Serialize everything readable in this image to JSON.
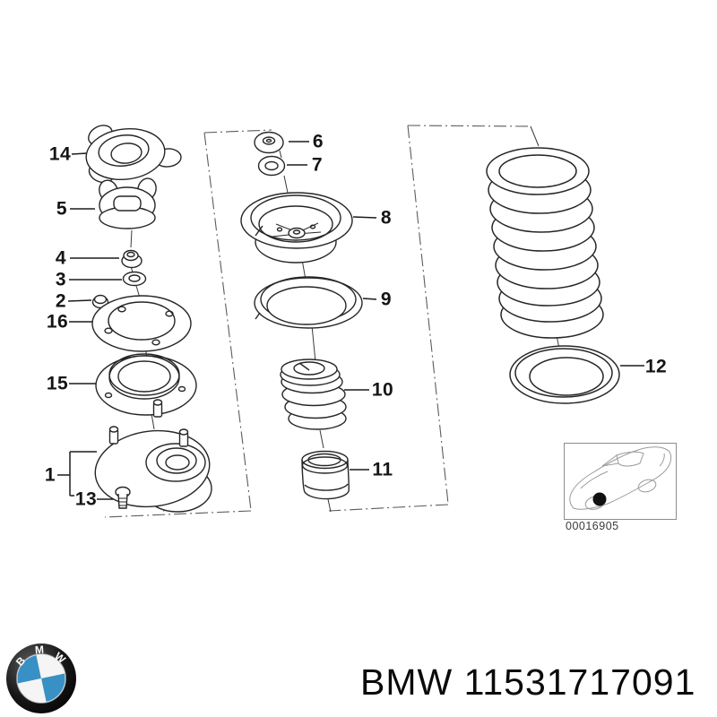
{
  "diagram": {
    "part_labels": {
      "l1": "1",
      "l2": "2",
      "l3": "3",
      "l4": "4",
      "l5": "5",
      "l6": "6",
      "l7": "7",
      "l8": "8",
      "l9": "9",
      "l10": "10",
      "l11": "11",
      "l12": "12",
      "l13": "13",
      "l14": "14",
      "l15": "15",
      "l16": "16"
    }
  },
  "thumbnail": {
    "code": "00016905"
  },
  "footer": {
    "caption": "BMW 11531717091"
  },
  "logo": {
    "letters": {
      "b": "B",
      "m": "M",
      "w": "W"
    },
    "blue": "#3990c4",
    "white": "#f5f5f5"
  }
}
